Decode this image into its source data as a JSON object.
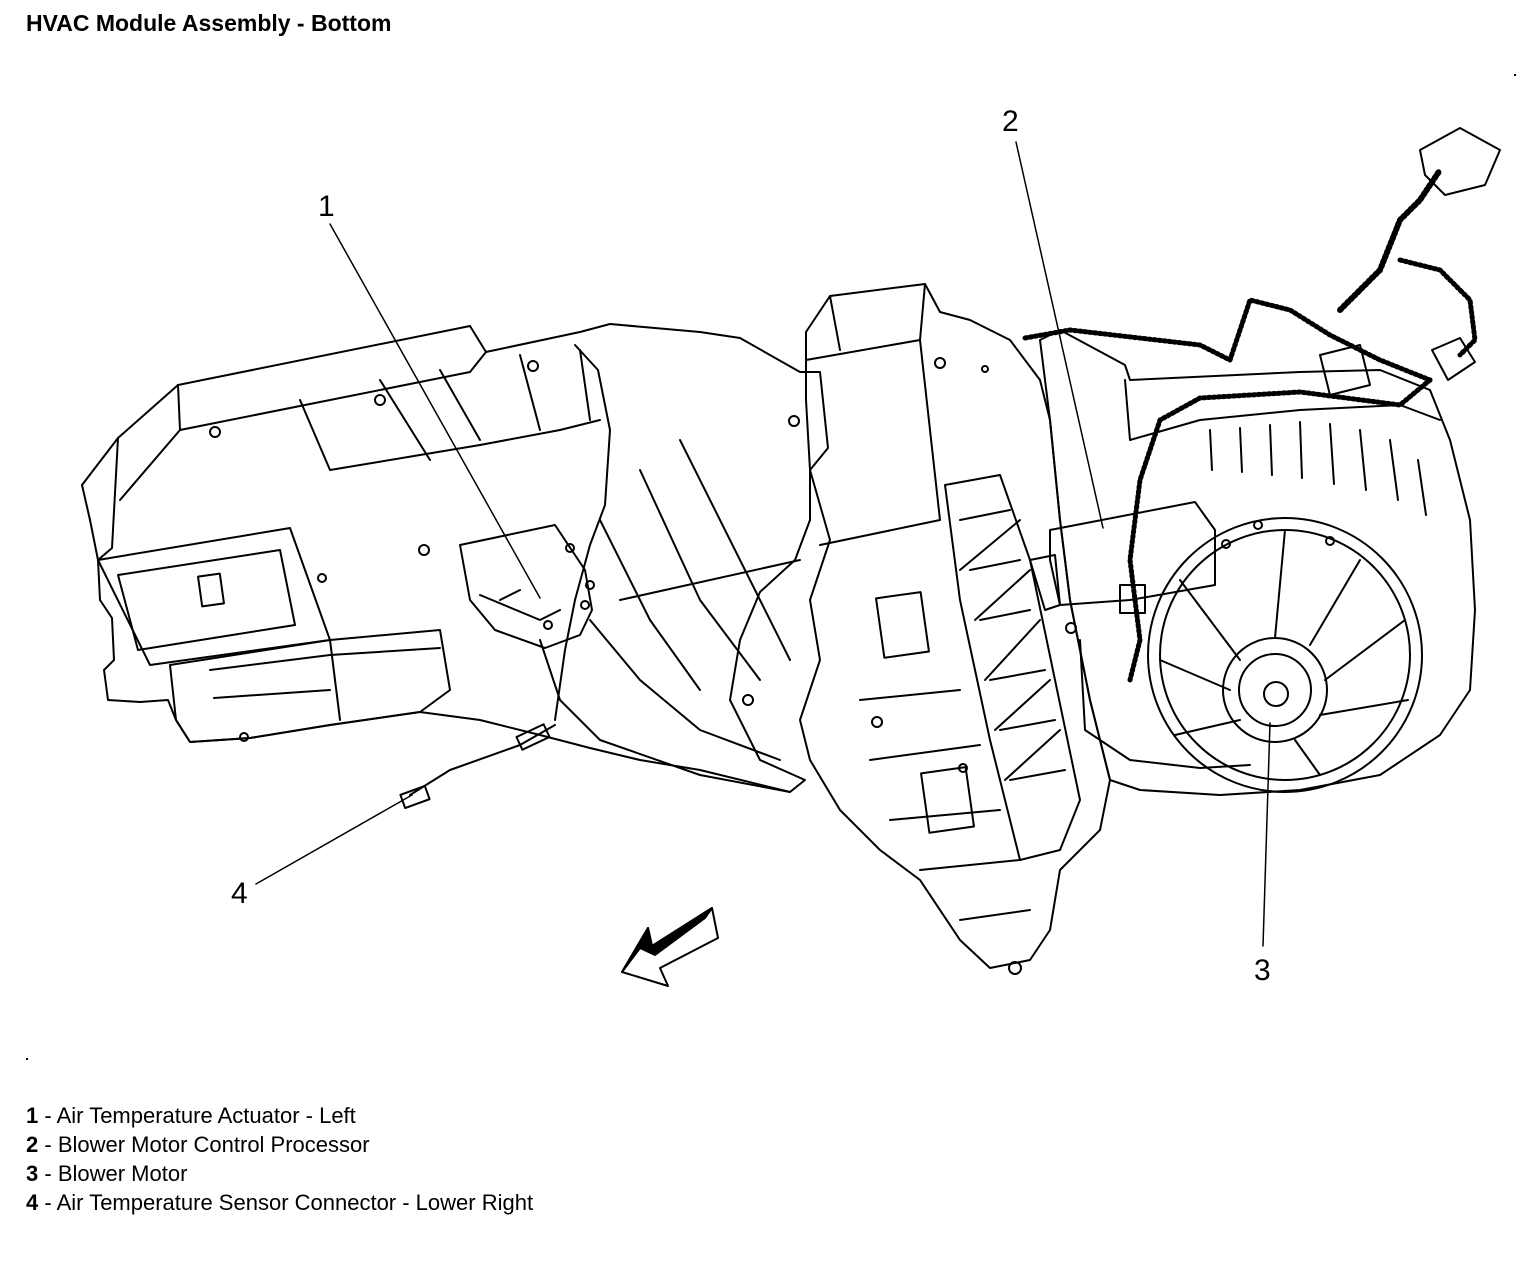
{
  "title": "HVAC Module Assembly - Bottom",
  "callouts": [
    {
      "number": "1",
      "description": "Air Temperature Actuator - Left"
    },
    {
      "number": "2",
      "description": "Blower Motor Control Processor"
    },
    {
      "number": "3",
      "description": "Blower Motor"
    },
    {
      "number": "4",
      "description": "Air Temperature Sensor Connector - Lower Right"
    }
  ],
  "legend_separator": " - "
}
